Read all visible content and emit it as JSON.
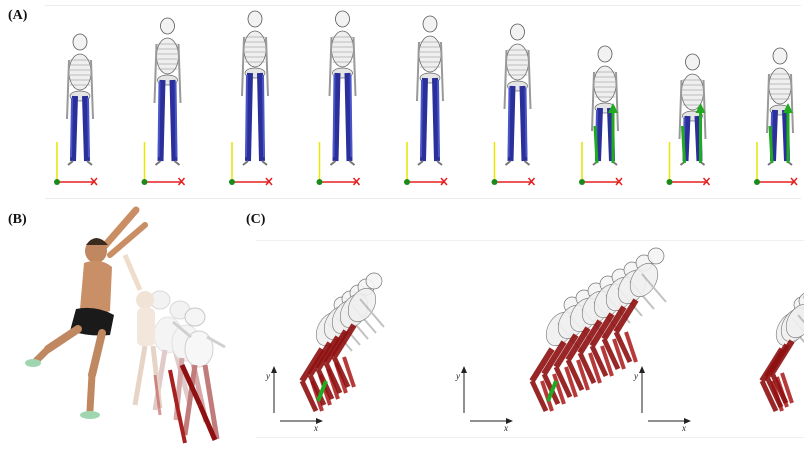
{
  "labels": {
    "panel_a": "(A)",
    "panel_b": "(B)",
    "panel_c": "(C)"
  },
  "panel_a": {
    "frame_count": 9,
    "frames_with_force_arrows": [
      7,
      8,
      9
    ]
  },
  "panel_c": {
    "axes": [
      {
        "x_label": "x",
        "y_label": "y"
      },
      {
        "x_label": "x",
        "y_label": "y"
      },
      {
        "x_label": "x",
        "y_label": "y"
      }
    ]
  },
  "colors": {
    "muscle_blue": "#2a2f9a",
    "muscle_red": "#8f1010",
    "bone": "#d9d9d9",
    "axis_y": "#e6e600",
    "axis_x": "#e52020",
    "axis_z": "#1a8a1a",
    "force_green": "#1faa1f"
  }
}
